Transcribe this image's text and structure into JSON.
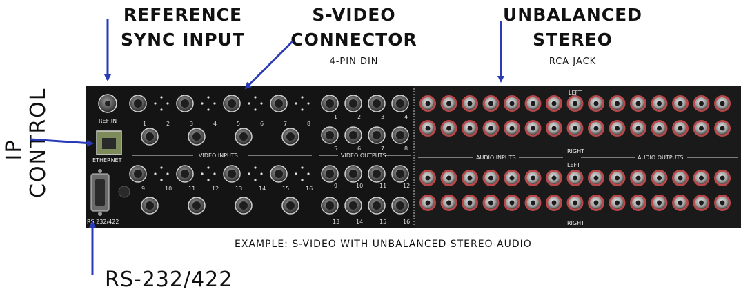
{
  "callouts": {
    "reference_sync": {
      "line1": "REFERENCE",
      "line2": "SYNC INPUT"
    },
    "svideo": {
      "line1": "S-VIDEO",
      "line2": "CONNECTOR",
      "sub": "4-PIN DIN"
    },
    "unbalanced": {
      "line1": "UNBALANCED",
      "line2": "STEREO",
      "sub": "RCA JACK"
    },
    "ip_control": "IP CONTROL",
    "rs232": "RS-232/422"
  },
  "caption": "EXAMPLE: S-VIDEO WITH UNBALANCED STEREO AUDIO",
  "panel_labels": {
    "ref_in": "REF IN",
    "ethernet": "ETHERNET",
    "rs232_port": "RS 232/422",
    "video_inputs": "VIDEO INPUTS",
    "video_outputs": "VIDEO OUTPUTS",
    "audio_inputs": "AUDIO INPUTS",
    "audio_outputs": "AUDIO OUTPUTS",
    "left": "LEFT",
    "right": "RIGHT"
  },
  "video_input_numbers": [
    "1",
    "2",
    "3",
    "4",
    "5",
    "6",
    "7",
    "8",
    "9",
    "10",
    "11",
    "12",
    "13",
    "14",
    "15",
    "16"
  ],
  "video_output_numbers": [
    "1",
    "2",
    "3",
    "4",
    "5",
    "6",
    "7",
    "8",
    "9",
    "10",
    "11",
    "12",
    "13",
    "14",
    "15",
    "16"
  ],
  "colors": {
    "panel": "#141414",
    "arrow": "#2a3bb8",
    "jack_ring": "#b8484a"
  }
}
